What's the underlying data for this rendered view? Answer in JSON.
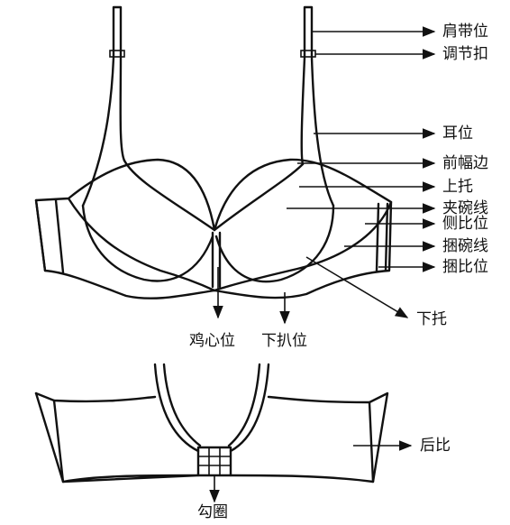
{
  "labels": {
    "strap_position": "肩带位",
    "adjuster_buckle": "调节扣",
    "ear_position": "耳位",
    "front_neckline": "前幅边",
    "upper_cup": "上托",
    "cup_seam": "夹碗线",
    "side_panel": "侧比位",
    "bind_cup_line": "捆碗线",
    "bind_panel": "捆比位",
    "lower_cup": "下托",
    "center_gore": "鸡心位",
    "underband": "下扒位",
    "back_band": "后比",
    "hook_eye": "勾圈"
  },
  "colors": {
    "ink": "#111111",
    "background": "#ffffff"
  }
}
